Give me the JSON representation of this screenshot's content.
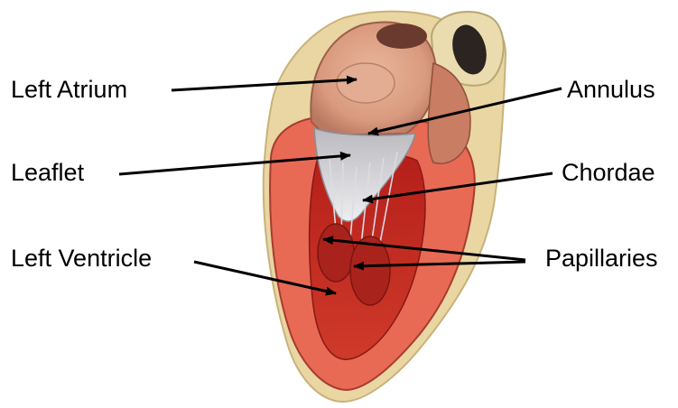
{
  "labels": {
    "left_atrium": "Left Atrium",
    "leaflet": "Leaflet",
    "left_ventricle": "Left Ventricle",
    "annulus": "Annulus",
    "chordae": "Chordae",
    "papillaries": "Papillaries"
  },
  "colors": {
    "background": "#ffffff",
    "pericardium": "#e9d6a3",
    "myocardium": "#e86a55",
    "chamber": "#c0281f",
    "atrium_wall": "#e6a58a",
    "valve": "#d9d9dd",
    "arrow": "#000000"
  }
}
